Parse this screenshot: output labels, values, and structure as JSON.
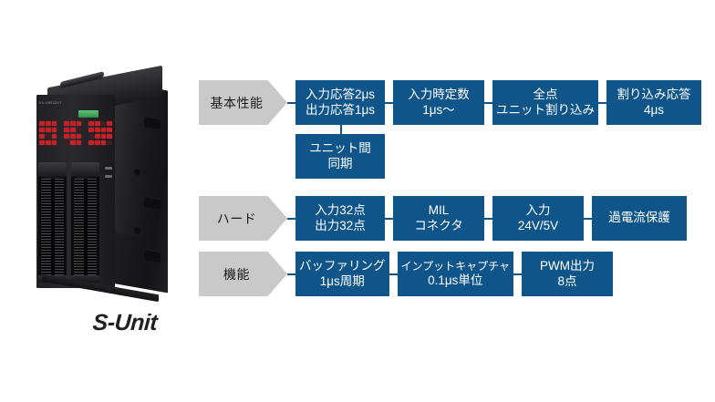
{
  "product": {
    "brand_wordmark": "S-Unit",
    "photo_alt_name": "plc-io-module-photo",
    "module_part_label": "KV-SIR32XT",
    "switch_labels": [
      "IN",
      "OUT"
    ],
    "indicator_color": "#c4212a",
    "status_strip_color": "#4fae68"
  },
  "theme": {
    "box_blue": "#10558a",
    "category_gray": "#c9c9c9",
    "box_text": "#ffffff",
    "category_text": "#1a1a1a",
    "background": "#ffffff"
  },
  "diagram": {
    "rows": [
      {
        "category": "基本性能",
        "boxes": [
          {
            "line1": "入力応答2μs",
            "line2": "出力応答1μs"
          },
          {
            "line1": "入力時定数",
            "line2": "1μs〜"
          },
          {
            "line1": "全点",
            "line2": "ユニット割り込み"
          },
          {
            "line1": "割り込み応答",
            "line2": "4μs"
          }
        ],
        "subbox": {
          "line1": "ユニット間",
          "line2": "同期"
        }
      },
      {
        "category": "ハード",
        "boxes": [
          {
            "line1": "入力32点",
            "line2": "出力32点"
          },
          {
            "line1": "MIL",
            "line2": "コネクタ"
          },
          {
            "line1": "入力",
            "line2": "24V/5V"
          },
          {
            "line1": "過電流保護",
            "line2": ""
          }
        ]
      },
      {
        "category": "機能",
        "boxes": [
          {
            "line1": "バッファリング",
            "line2": "1μs周期"
          },
          {
            "line1": "インプットキャプチャ",
            "line2": "0.1μs単位"
          },
          {
            "line1": "PWM出力",
            "line2": "8点"
          }
        ]
      }
    ]
  }
}
